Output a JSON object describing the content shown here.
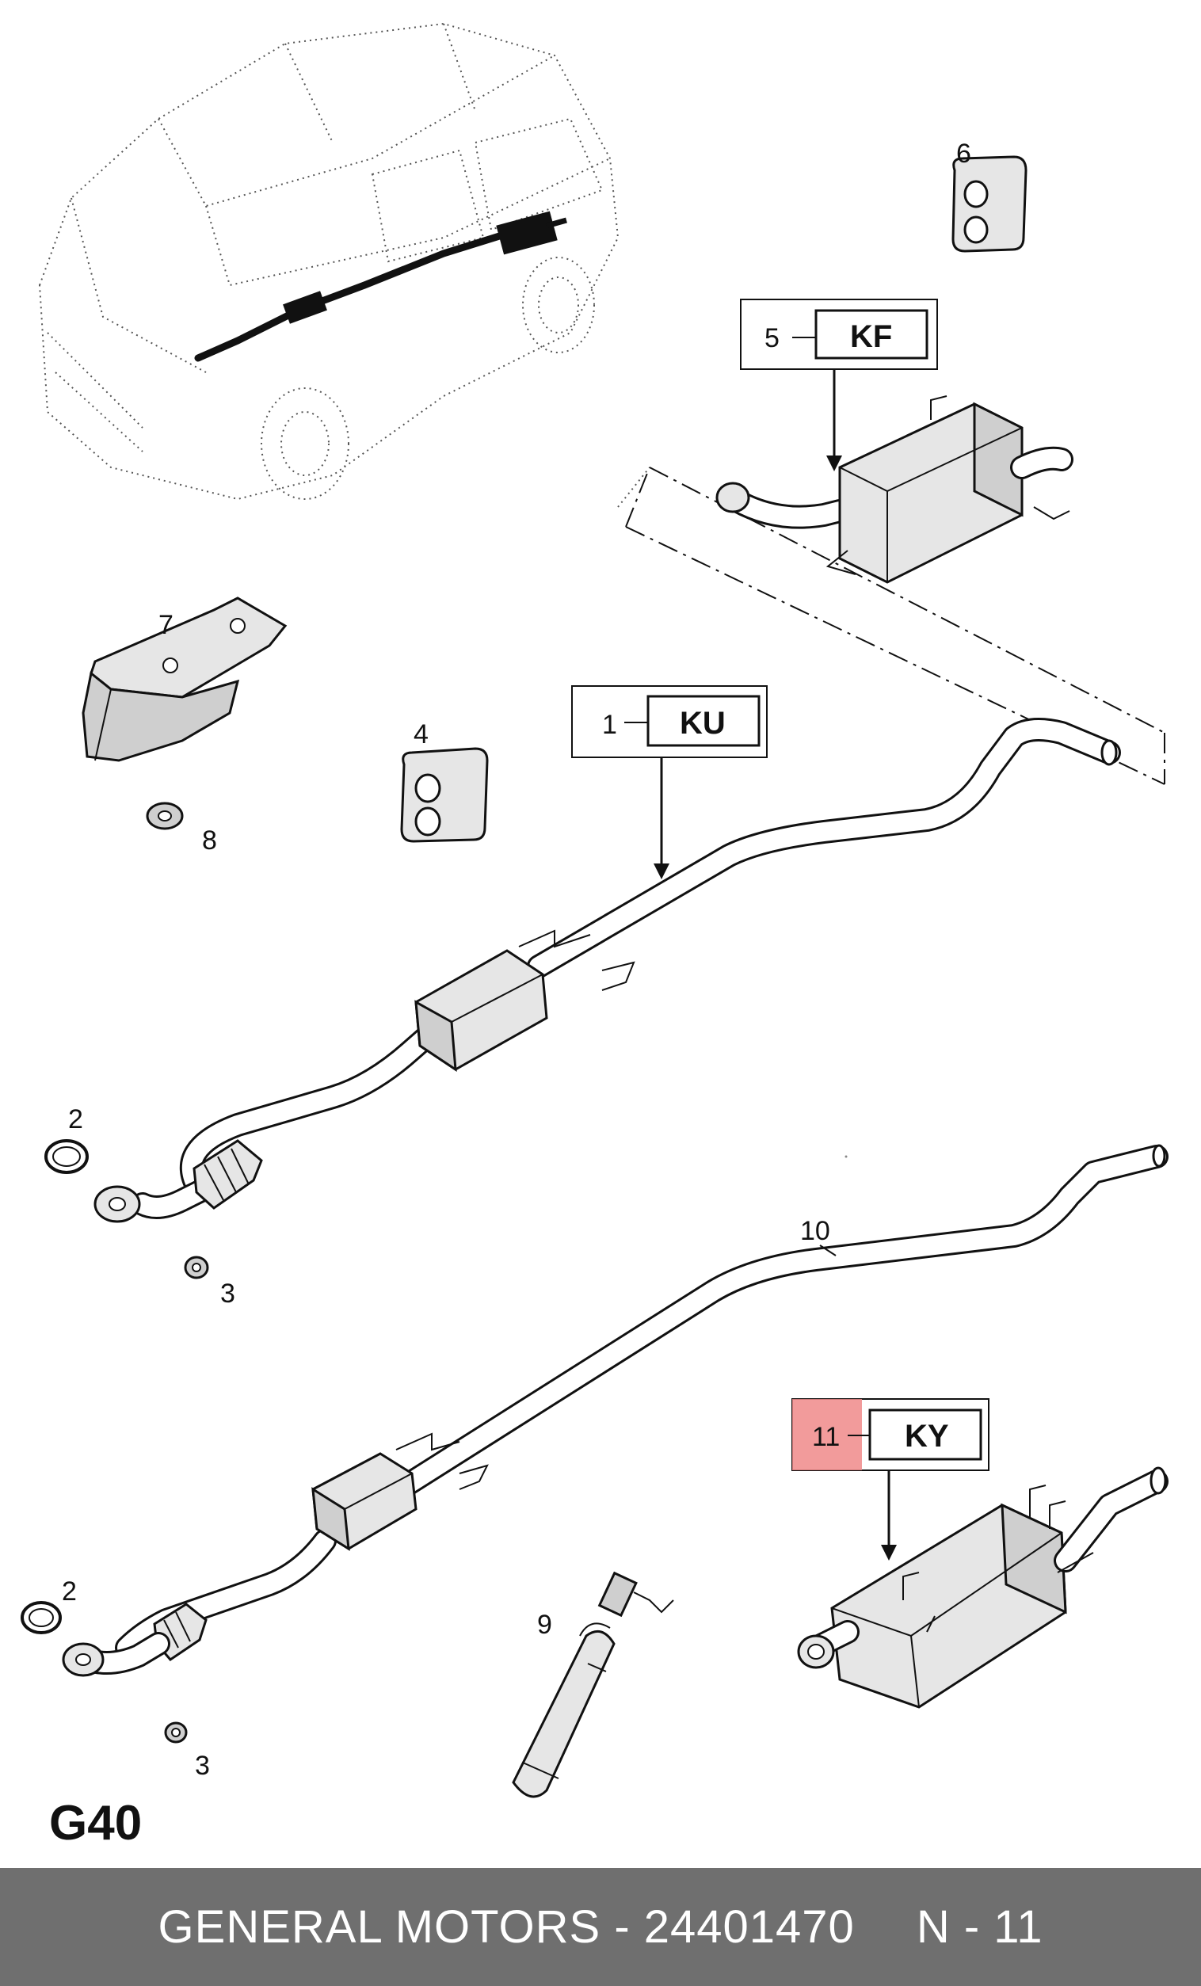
{
  "diagram_code": "G40",
  "callouts": {
    "kf": {
      "num": "5",
      "code": "KF"
    },
    "ku": {
      "num": "1",
      "code": "KU"
    },
    "ky": {
      "num": "11",
      "code": "KY"
    }
  },
  "part_numbers": {
    "p2a": "2",
    "p2b": "2",
    "p3a": "3",
    "p3b": "3",
    "p4": "4",
    "p6": "6",
    "p7": "7",
    "p8": "8",
    "p9": "9",
    "p10": "10"
  },
  "highlight_color": "#f08a8a",
  "footer": {
    "brand": "GENERAL MOTORS",
    "separator": " - ",
    "part_number": "24401470",
    "position": "N - 11"
  }
}
